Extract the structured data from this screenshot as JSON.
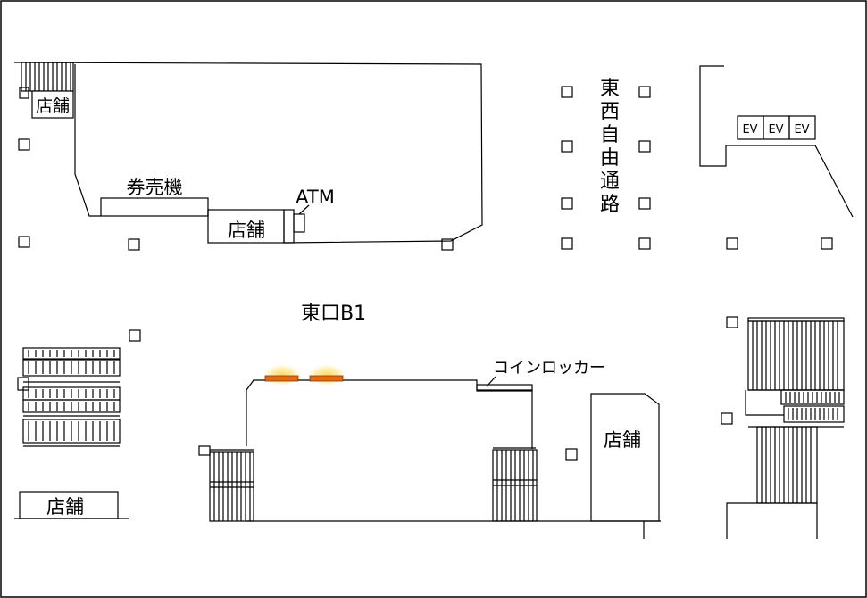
{
  "map": {
    "title": "東口B1",
    "labels": {
      "shop_upper_left_small": "店舗",
      "ticket_machines": "券売機",
      "atm": "ATM",
      "shop_upper_center": "店舗",
      "passage": "東西自由通路",
      "ev1": "EV",
      "ev2": "EV",
      "ev3": "EV",
      "coin_lockers": "コインロッカー",
      "shop_lower_right": "店舗",
      "shop_lower_left": "店舗"
    },
    "colors": {
      "line": "#000000",
      "background": "#ffffff",
      "marker_fill": "#e56a10",
      "marker_glow": "#ffd54a"
    }
  }
}
